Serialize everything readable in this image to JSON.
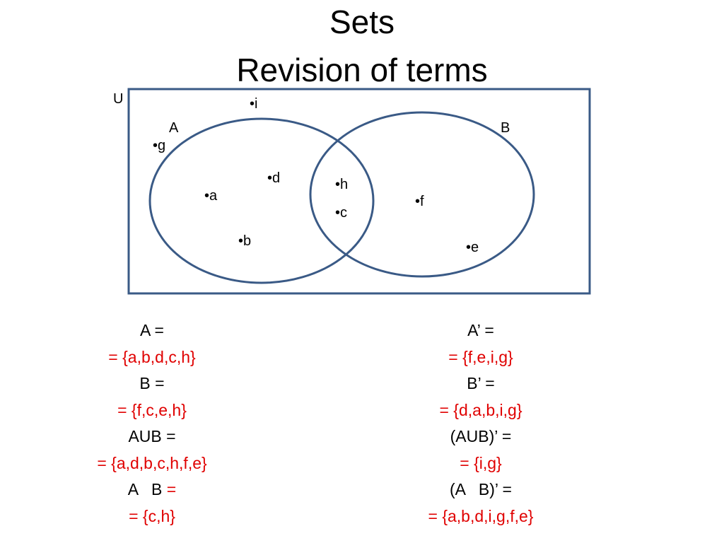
{
  "title": {
    "line1": "Sets",
    "line2": "Revision of terms"
  },
  "diagram": {
    "stroke_color": "#3a5a86",
    "universe_label": "U",
    "set_a_label": "A",
    "set_b_label": "B",
    "elements": [
      "•i",
      "•g",
      "•d",
      "•a",
      "•b",
      "•h",
      "•c",
      "•f",
      "•e"
    ]
  },
  "left_column": {
    "a_prompt": "A =",
    "a_answer": "= {a,b,d,c,h}",
    "b_prompt": "B =",
    "b_answer": "= {f,c,e,h}",
    "union_prompt": "AUB =",
    "union_answer": "= {a,d,b,c,h,f,e}",
    "intersection_prompt": "A   B",
    "intersection_equals": " =",
    "intersection_answer": "= {c,h}"
  },
  "right_column": {
    "a_comp_prompt": "A’ =",
    "a_comp_answer": "= {f,e,i,g}",
    "b_comp_prompt": "B’ =",
    "b_comp_answer": "= {d,a,b,i,g}",
    "union_comp_prompt": "(AUB)’ =",
    "union_comp_answer": "= {i,g}",
    "inter_comp_prompt": "(A   B)’ =",
    "inter_comp_answer": "= {a,b,d,i,g,f,e}"
  },
  "colors": {
    "answer": "#e00000",
    "outline": "#3a5a86"
  }
}
